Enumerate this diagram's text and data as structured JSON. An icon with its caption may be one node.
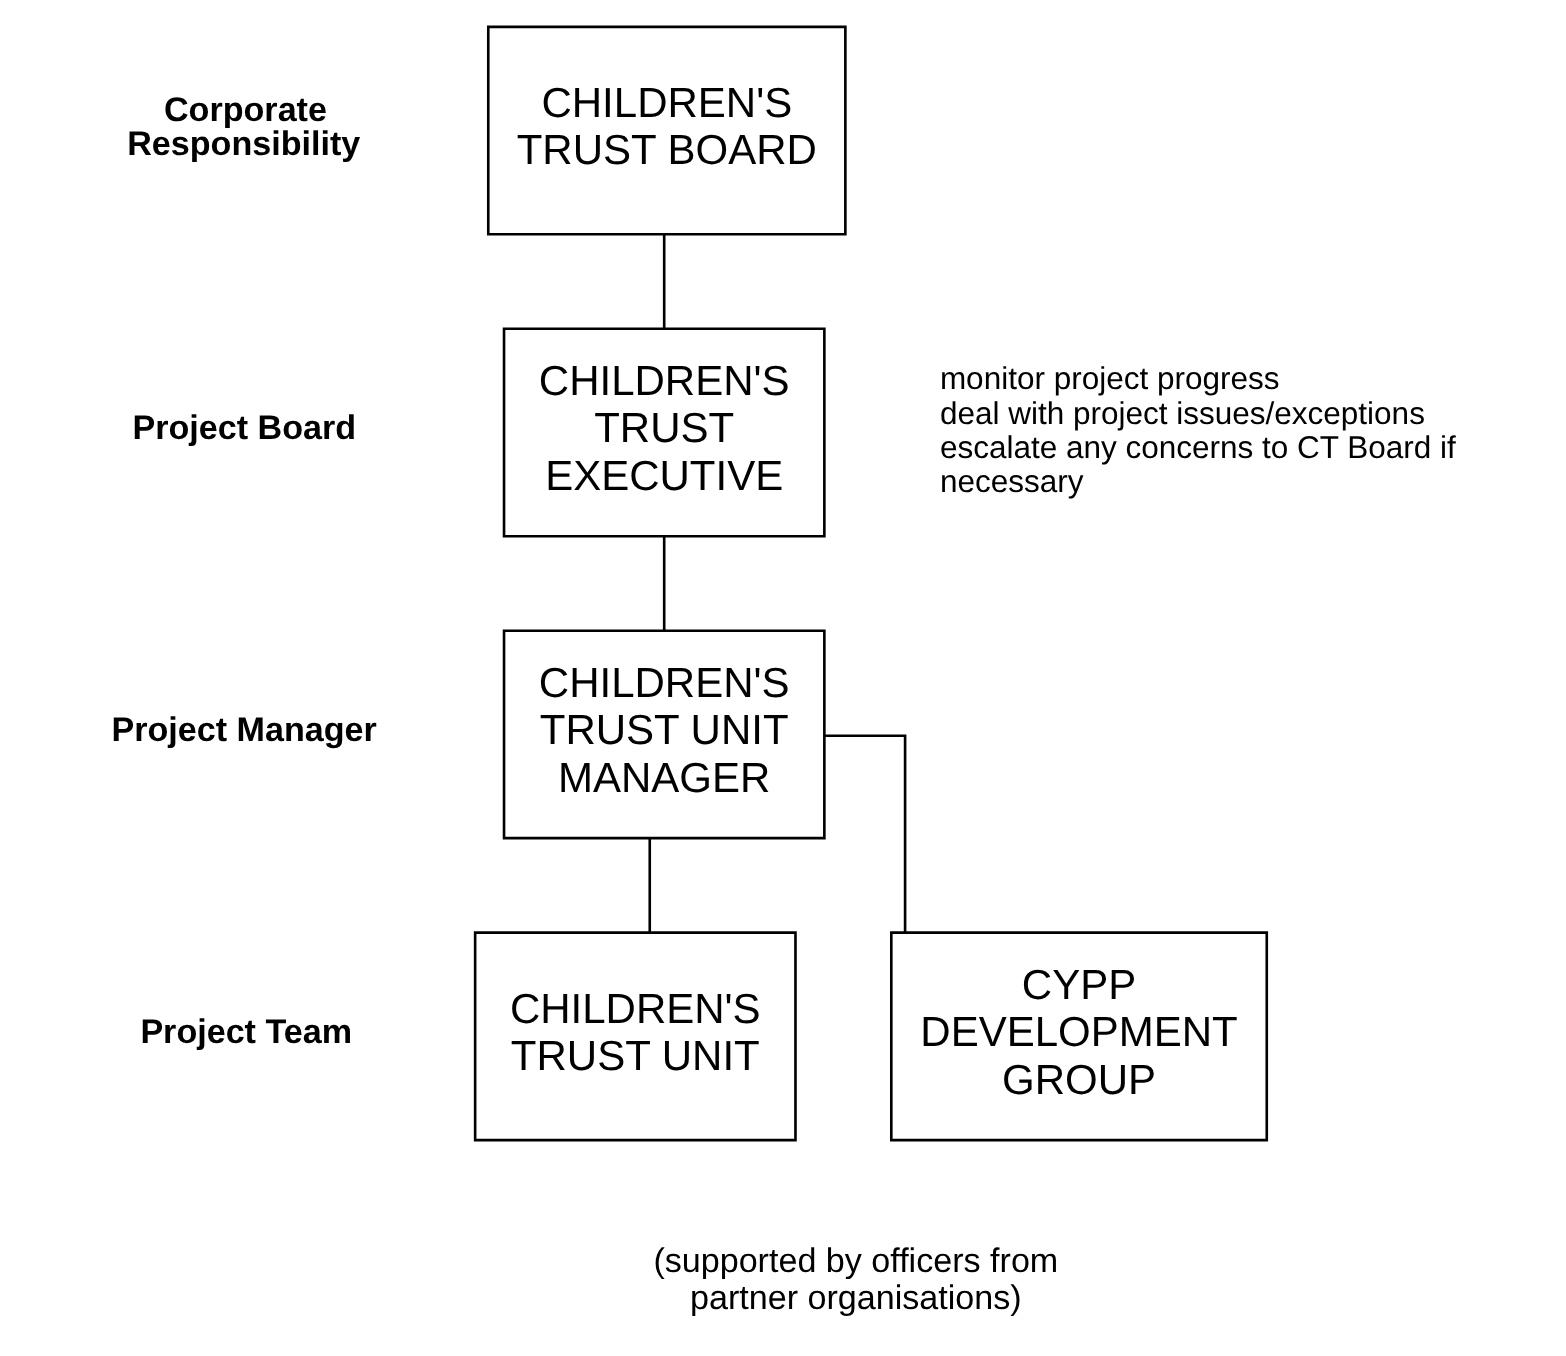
{
  "diagram": {
    "nodes": [
      {
        "text": [
          "CHILDREN'S TRUST BOARD"
        ]
      },
      {
        "text": [
          "CHILDREN'S TRUST EXECUTIVE"
        ],
        "beside": [
          "monitor project progress",
          "deal with project issues/exceptions",
          "escalate any concerns to CT Board if necessary"
        ]
      },
      {
        "text": [
          "CHILDREN'S TRUST UNIT MANAGER"
        ]
      },
      {
        "text": [
          "CHILDREN'S TRUST UNIT"
        ]
      },
      {
        "text": [
          "CYPP DEVELOPMENT GROUP"
        ]
      }
    ],
    "edges": [
      {
        "from": 0,
        "to": 1,
        "arrow": "none"
      },
      {
        "from": 1,
        "to": 2,
        "arrow": "none"
      },
      {
        "from": 2,
        "to": 3,
        "arrow": "none"
      },
      {
        "from": 2,
        "to": 4,
        "arrow": "none"
      }
    ],
    "labels": [
      "Corporate Responsibility",
      "Project Board",
      "Project Manager",
      "Project Team",
      "(supported by officers from partner organisations)"
    ]
  }
}
